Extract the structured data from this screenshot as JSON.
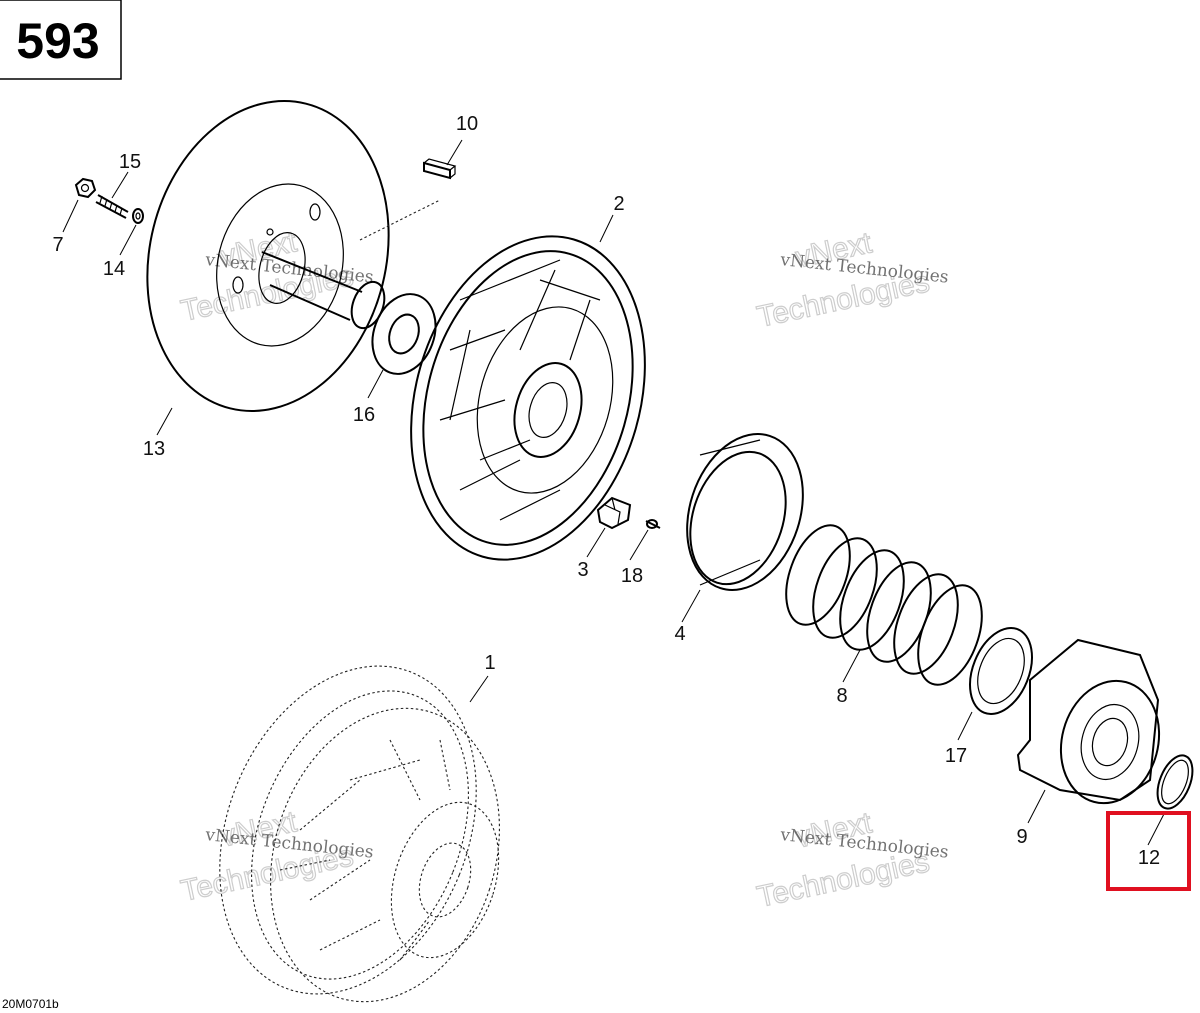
{
  "figure_number": "593",
  "drawing_reference": "20M0701b",
  "watermark": {
    "small_text": "vNext Technologies",
    "large_line1": "vNext",
    "large_line2": "Technologies"
  },
  "highlight_color": "#e01020",
  "callouts": [
    {
      "label": "1"
    },
    {
      "label": "2"
    },
    {
      "label": "3"
    },
    {
      "label": "4"
    },
    {
      "label": "7"
    },
    {
      "label": "8"
    },
    {
      "label": "9"
    },
    {
      "label": "10"
    },
    {
      "label": "12",
      "highlighted": true
    },
    {
      "label": "13"
    },
    {
      "label": "14"
    },
    {
      "label": "15"
    },
    {
      "label": "16"
    },
    {
      "label": "17"
    },
    {
      "label": "18"
    }
  ]
}
